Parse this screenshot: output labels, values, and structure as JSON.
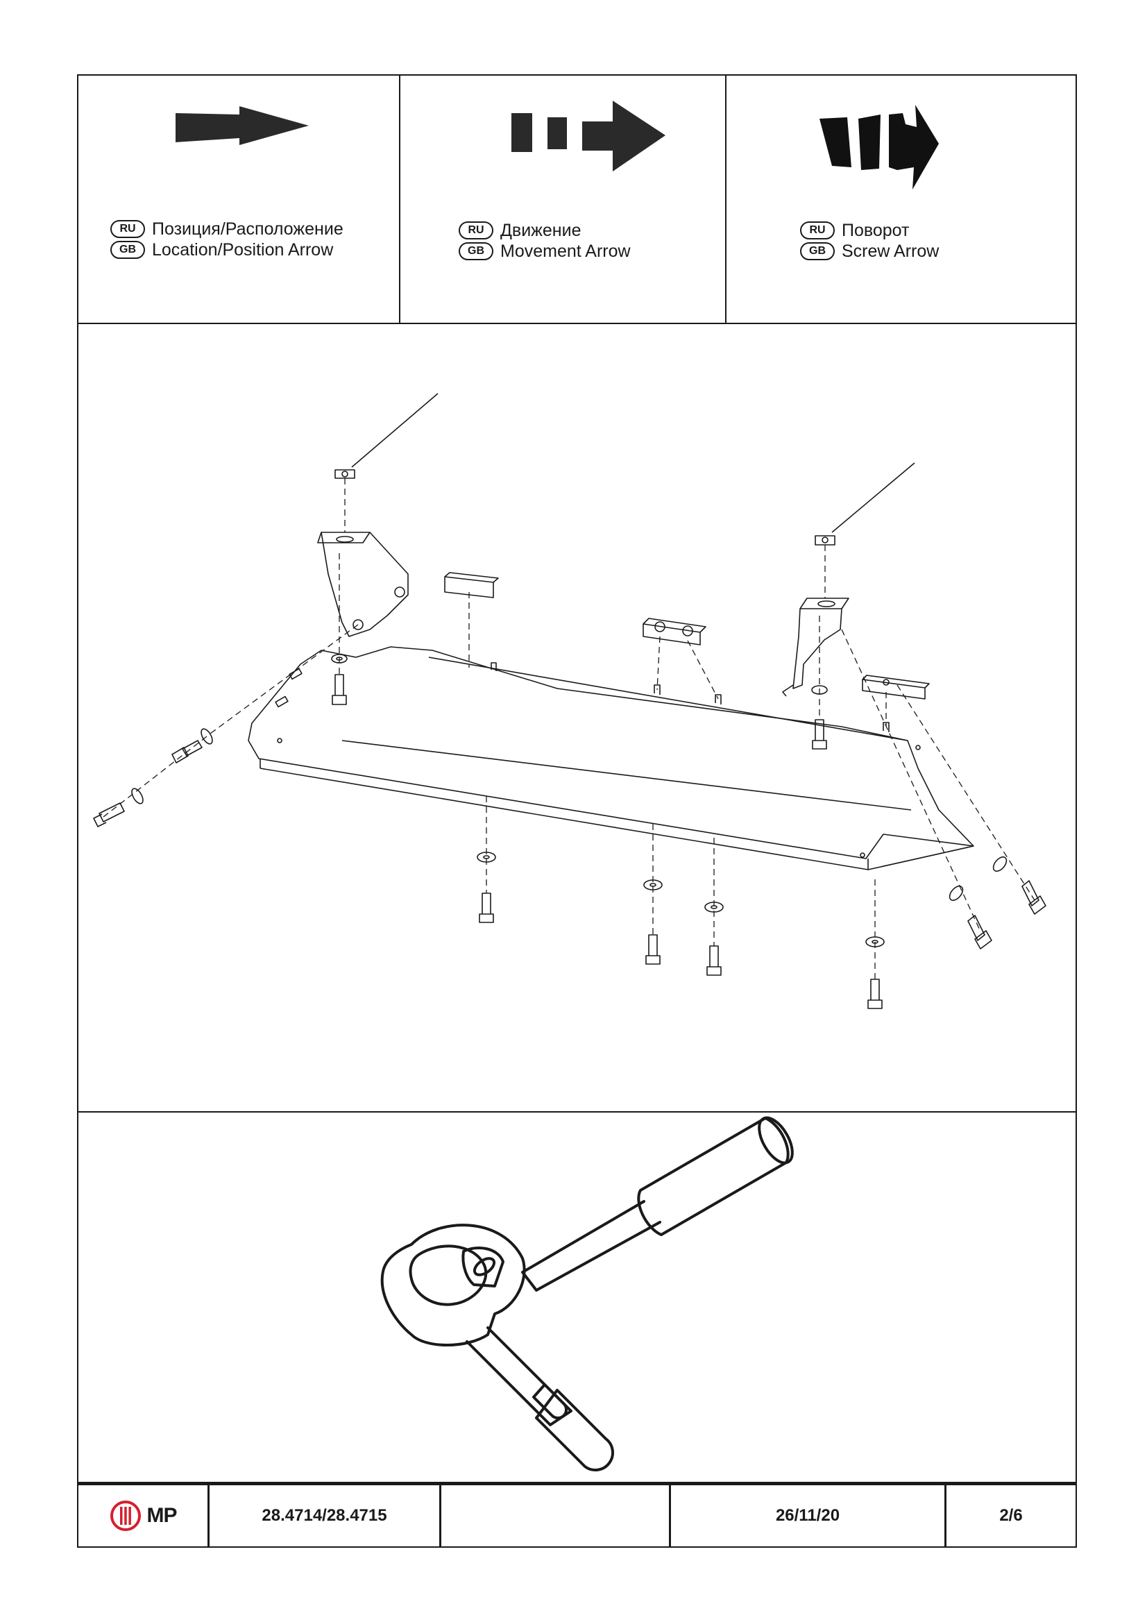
{
  "legend": [
    {
      "icon": "location-arrow-icon",
      "ru_code": "RU",
      "gb_code": "GB",
      "ru_label": "Позиция/Расположение",
      "gb_label": "Location/Position Arrow"
    },
    {
      "icon": "movement-arrow-icon",
      "ru_code": "RU",
      "gb_code": "GB",
      "ru_label": "Движение",
      "gb_label": "Movement Arrow"
    },
    {
      "icon": "screw-arrow-icon",
      "ru_code": "RU",
      "gb_code": "GB",
      "ru_label": "Поворот",
      "gb_label": "Screw Arrow"
    }
  ],
  "diagram": {
    "icon": "skid-plate-assembly-diagram"
  },
  "tool": {
    "icon": "ratchet-wrench-icon"
  },
  "title_block": {
    "logo_text": "MP",
    "part_number": "28.4714/28.4715",
    "blank": "",
    "date": "26/11/20",
    "page": "2/6"
  },
  "colors": {
    "line": "#1a1a1a",
    "logo_red": "#d4202f",
    "background": "#ffffff"
  }
}
